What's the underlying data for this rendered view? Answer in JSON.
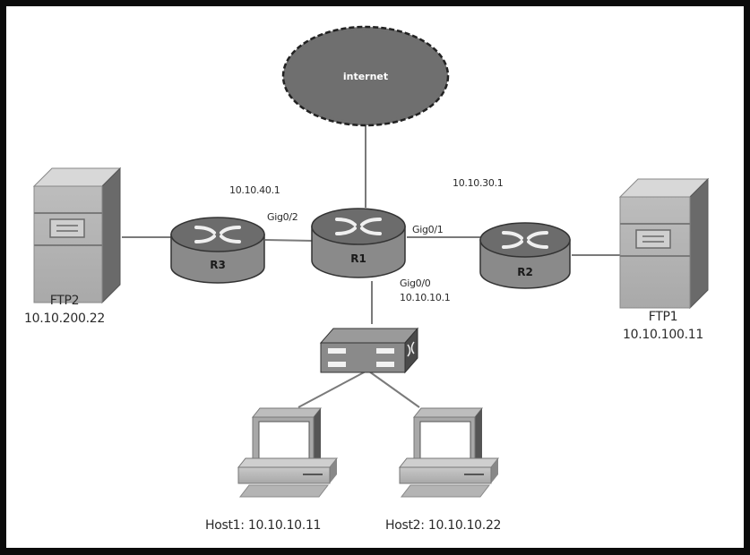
{
  "diagram": {
    "type": "network-topology",
    "cloud": {
      "label": "internet"
    },
    "routers": [
      {
        "id": "R1",
        "label": "R1"
      },
      {
        "id": "R2",
        "label": "R2"
      },
      {
        "id": "R3",
        "label": "R3"
      }
    ],
    "interfaces": {
      "r1_gig0_2": "Gig0/2",
      "r1_gig0_1": "Gig0/1",
      "r1_gig0_0": "Gig0/0"
    },
    "addresses": {
      "r3_link": "10.10.40.1",
      "r2_link": "10.10.30.1",
      "r1_lan": "10.10.10.1"
    },
    "servers": [
      {
        "id": "ftp2",
        "name": "FTP2",
        "ip": "10.10.200.22"
      },
      {
        "id": "ftp1",
        "name": "FTP1",
        "ip": "10.10.100.11"
      }
    ],
    "switch": {
      "label": ""
    },
    "hosts": [
      {
        "id": "host1",
        "label": "Host1: 10.10.10.11"
      },
      {
        "id": "host2",
        "label": "Host2: 10.10.10.22"
      }
    ],
    "colors": {
      "border": "#0b0b0b",
      "device_dark": "#6e6e6e",
      "device_mid": "#8a8a8a",
      "device_light": "#c4c4c4",
      "link": "#777777"
    }
  }
}
